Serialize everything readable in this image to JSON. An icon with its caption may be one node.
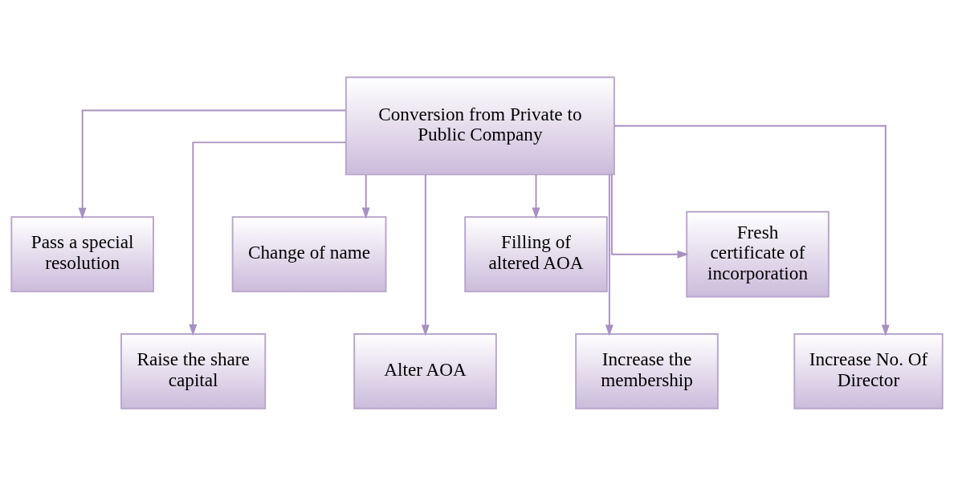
{
  "diagram": {
    "nodes": [
      {
        "text": [
          "Conversion from Private to Public Company"
        ]
      },
      {
        "text": [
          "Pass a special resolution"
        ]
      },
      {
        "text": [
          "Raise the share capital"
        ]
      },
      {
        "text": [
          "Change of name"
        ]
      },
      {
        "text": [
          "Alter AOA"
        ]
      },
      {
        "text": [
          "Filling of altered AOA"
        ]
      },
      {
        "text": [
          "Increase the membership"
        ]
      },
      {
        "text": [
          "Fresh certificate of incorporation"
        ]
      },
      {
        "text": [
          "Increase No. Of Director"
        ]
      }
    ],
    "edges": [
      {
        "from": 0,
        "to": 1,
        "arrow": "to"
      },
      {
        "from": 0,
        "to": 2,
        "arrow": "to"
      },
      {
        "from": 0,
        "to": 3,
        "arrow": "to"
      },
      {
        "from": 0,
        "to": 4,
        "arrow": "to"
      },
      {
        "from": 0,
        "to": 5,
        "arrow": "to"
      },
      {
        "from": 0,
        "to": 6,
        "arrow": "to"
      },
      {
        "from": 0,
        "to": 7,
        "arrow": "to"
      },
      {
        "from": 0,
        "to": 8,
        "arrow": "to"
      }
    ]
  }
}
